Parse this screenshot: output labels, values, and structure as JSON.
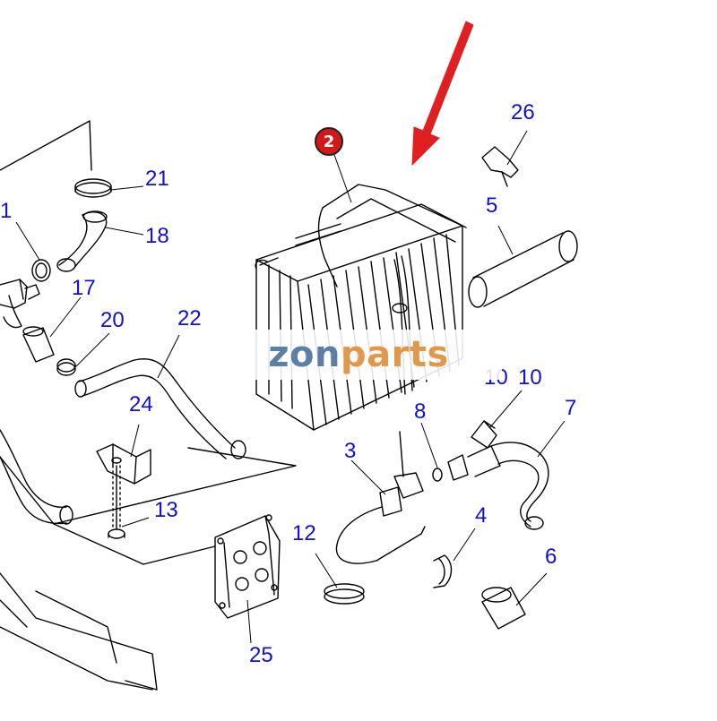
{
  "diagram": {
    "highlight_marker": {
      "label": "2",
      "color": "#d41818"
    },
    "arrow_color": "#e02020",
    "callout_color": "#1010d0",
    "part_numbers": {
      "p1": "1",
      "p2": "2",
      "p3": "3",
      "p4": "4",
      "p5": "5",
      "p6": "6",
      "p7": "7",
      "p8": "8",
      "p10a": "10",
      "p10b": "10",
      "p12": "12",
      "p13": "13",
      "p17": "17",
      "p18": "18",
      "p20": "20",
      "p21": "21",
      "p22": "22",
      "p24": "24",
      "p25": "25",
      "p26": "26"
    }
  },
  "watermark": {
    "part1": "zon",
    "part2": "parts",
    "color1": "#5d7fa6",
    "color2": "#e2984a"
  }
}
